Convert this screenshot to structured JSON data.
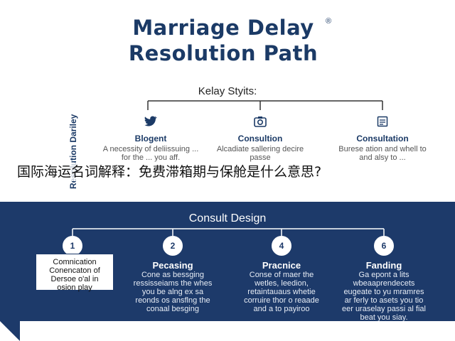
{
  "title": {
    "line1": "Marriage Delay",
    "line2": "Resolution Path",
    "mark": "®"
  },
  "top_tree": {
    "label": "Kelay Styits:",
    "side_label": "Resolution Dariley",
    "columns": [
      {
        "icon": "bird-icon",
        "heading": "Blogent",
        "description": "A necessity of deliissuing ... for the ... you aff."
      },
      {
        "icon": "camera-icon",
        "heading": "Consultion",
        "description": "Alcadiate sallering decire passe"
      },
      {
        "icon": "document-icon",
        "heading": "Consultation",
        "description": "Burese ation and whell to and alsy to ..."
      }
    ]
  },
  "overlay_caption": "国际海运名词解释：免费滞箱期与保舱是什么意思?",
  "bottom_band": {
    "title": "Consult Design",
    "steps": [
      {
        "number": "1",
        "name": "",
        "text": "Comnication Conencaton of Dersoe o'al in osion play"
      },
      {
        "number": "2",
        "name": "Pecasing",
        "text": "Cone as bessging ressisseiams the whes you be alng ex sa reonds os ansflng the conaal besging"
      },
      {
        "number": "4",
        "name": "Pracnice",
        "text": "Conse of maer the wetles, leedion, retaintauaus whetie corruire thor o reaade and a to payiroo"
      },
      {
        "number": "6",
        "name": "Fanding",
        "text": "Ga epont a lits wbeaaprendecets eugeate to yu mramres ar ferly to asets you tio eer uraselay passi al fial beat you siay."
      }
    ]
  }
}
